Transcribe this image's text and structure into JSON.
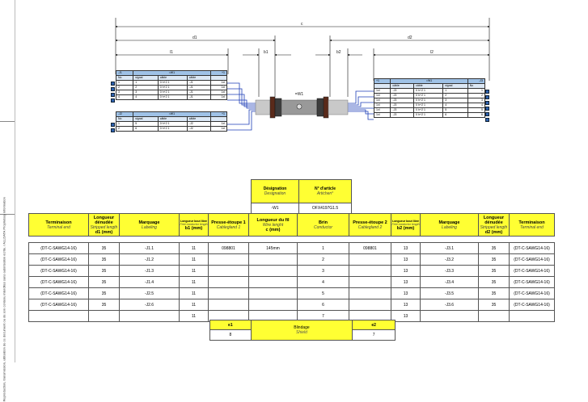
{
  "side": {
    "text": "Reproduction, transmission, utilisation de ce document ou de son contenu interdites sans autorisation écrite. / ALLDATA Proprietary information"
  },
  "dimensions": {
    "c": "c",
    "d1": "d1",
    "l1": "l1",
    "b1": "b1",
    "b2": "b2",
    "d2": "d2",
    "l2": "l2"
  },
  "connector_left_1": {
    "title_left": "-J1",
    "title_mid": "=W1",
    "title_right": "+1",
    "header": [
      "No",
      "signal",
      "câble",
      "câble",
      ""
    ],
    "rows": [
      [
        "1",
        "1",
        "0 h+2 1",
        "-J1",
        "1xl"
      ],
      [
        "2",
        "2",
        "0 h+2 1",
        "-J1",
        "1xl"
      ],
      [
        "3",
        "3",
        "0 h+2 1",
        "-J1",
        "1xl"
      ],
      [
        "4",
        "4",
        "0 h+2 1",
        "-J1",
        "1xl"
      ]
    ]
  },
  "connector_left_2": {
    "title_left": "-J2",
    "title_mid": "=W1",
    "title_right": "+1",
    "header": [
      "No",
      "signal",
      "câble",
      "câble",
      ""
    ],
    "rows": [
      [
        "1",
        "5",
        "0 h+2 1",
        "-J2",
        "1xl"
      ],
      [
        "2",
        "6",
        "0 h+2 1",
        "-J2",
        "1xl"
      ]
    ]
  },
  "connector_right": {
    "title_left": "+1",
    "title_mid": "=W1",
    "title_right": "-J3",
    "header": [
      "",
      "câble",
      "câble",
      "signal",
      "No"
    ],
    "rows": [
      [
        "1xl",
        "-J3",
        "0 h+2 1",
        "1",
        "1"
      ],
      [
        "1xl",
        "-J3",
        "0 h+2 1",
        "2",
        "2"
      ],
      [
        "1xl",
        "-J3",
        "0 h+2 1",
        "3",
        "3"
      ],
      [
        "1xl",
        "-J3",
        "0 h+2 1",
        "4",
        "4"
      ],
      [
        "1xl",
        "-J3",
        "0 h+2 1",
        "5",
        "5"
      ],
      [
        "1xl",
        "-J3",
        "0 h+2 1",
        "6",
        "6"
      ]
    ]
  },
  "cable_label": "=W1",
  "designation": {
    "col1_title": "Désignation",
    "col1_sub": "Designation",
    "col2_title": "N° d'article",
    "col2_sub": "Artichen°",
    "col1_value": "-W1",
    "col2_value": "OFX4197G1.5"
  },
  "table": {
    "headers": [
      {
        "title": "Terminaison",
        "sub": "Terminal end",
        "unit": ""
      },
      {
        "title": "Longueur dénudée",
        "sub": "Stripped length",
        "unit": "d1 (mm)"
      },
      {
        "title": "Marquage",
        "sub": "Labeling",
        "unit": ""
      },
      {
        "title": "Longueur bout libre",
        "sub": "Free conductor length",
        "unit": "b1 (mm)",
        "tiny": true
      },
      {
        "title": "Presse-étoupe 1",
        "sub": "Cablegland 1",
        "unit": ""
      },
      {
        "title": "Longueur du fil",
        "sub": "Wire lenght",
        "unit": "c (mm)"
      },
      {
        "title": "Brin",
        "sub": "Conductor",
        "unit": ""
      },
      {
        "title": "Presse-étoupe 2",
        "sub": "Cablegland 2",
        "unit": ""
      },
      {
        "title": "Longueur bout libre",
        "sub": "Free conductor length",
        "unit": "b2 (mm)",
        "tiny": true
      },
      {
        "title": "Marquage",
        "sub": "Labeling",
        "unit": ""
      },
      {
        "title": "Longueur dénudée",
        "sub": "Stripped length",
        "unit": "d2 (mm)"
      },
      {
        "title": "Terminaison",
        "sub": "Terminal end",
        "unit": ""
      }
    ],
    "rows": [
      [
        "(DT-C-SAWG14-16)",
        "35",
        "-J1.1",
        "11",
        "098801",
        "145mm",
        "1",
        "098801",
        "13",
        "-J3.1",
        "35",
        "(DT-C-SAWG14-16)"
      ],
      [
        "(DT-C-SAWG14-16)",
        "35",
        "-J1.2",
        "11",
        "",
        "",
        "2",
        "",
        "13",
        "-J3.2",
        "35",
        "(DT-C-SAWG14-16)"
      ],
      [
        "(DT-C-SAWG14-16)",
        "35",
        "-J1.3",
        "11",
        "",
        "",
        "3",
        "",
        "13",
        "-J3.3",
        "35",
        "(DT-C-SAWG14-16)"
      ],
      [
        "(DT-C-SAWG14-16)",
        "35",
        "-J1.4",
        "11",
        "",
        "",
        "4",
        "",
        "13",
        "-J3.4",
        "35",
        "(DT-C-SAWG14-16)"
      ],
      [
        "(DT-C-SAWG14-16)",
        "35",
        "-J2.5",
        "11",
        "",
        "",
        "5",
        "",
        "13",
        "-J3.5",
        "35",
        "(DT-C-SAWG14-16)"
      ],
      [
        "(DT-C-SAWG14-16)",
        "35",
        "-J2.6",
        "11",
        "",
        "",
        "6",
        "",
        "13",
        "-J3.6",
        "35",
        "(DT-C-SAWG14-16)"
      ],
      [
        "",
        "",
        "",
        "11",
        "",
        "",
        "7",
        "",
        "13",
        "",
        "",
        ""
      ]
    ]
  },
  "shield": {
    "e1_label": "e1",
    "e1_value": "8",
    "title": "Blindage",
    "sub": "Shield",
    "e2_label": "e2",
    "e2_value": "7"
  },
  "colors": {
    "yellow": "#ffff33",
    "header_blue": "#9fc2e7",
    "wire_blue": "#1e3fb8"
  }
}
